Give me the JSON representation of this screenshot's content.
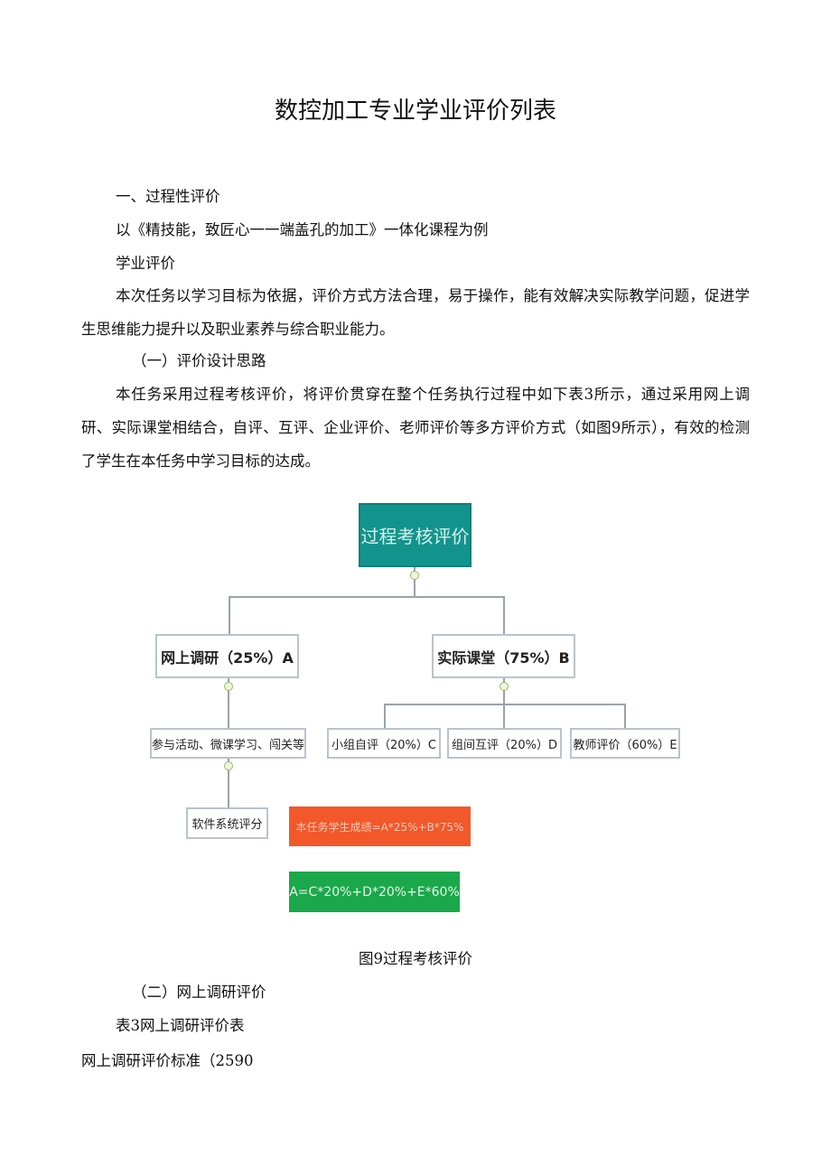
{
  "title": "数控加工专业学业评价列表",
  "section1": "一、过程性评价",
  "course_line": "以《精技能，致匠心一一端盖孔的加工》一体化课程为例",
  "sub_heading": "学业评价",
  "para1": "本次任务以学习目标为依据，评价方式方法合理，易于操作，能有效解决实际教学问题，促进学生思维能力提升以及职业素养与综合职业能力。",
  "subsection1": "（一）评价设计思路",
  "para2": "本任务采用过程考核评价，将评价贯穿在整个任务执行过程中如下表3所示，通过采用网上调研、实际课堂相结合，自评、互评、企业评价、老师评价等多方评价方式（如图9所示），有效的检测了学生在本任务中学习目标的达成。",
  "diagram": {
    "root": "过程考核评价",
    "a": "网上调研（25%）A",
    "b": "实际课堂（75%）B",
    "a_child": "参与活动、微课学习、闯关等",
    "a_grandchild": "软件系统评分",
    "c": "小组自评（20%）C",
    "d": "组间互评（20%）D",
    "e": "教师评价（60%）E",
    "formula1": "本任务学生成绩=A*25%+B*75%",
    "formula2": "A=C*20%+D*20%+E*60%",
    "colors": {
      "root": "#12948c",
      "formula1": "#f2582a",
      "formula2": "#1aa84a"
    }
  },
  "caption": "图9过程考核评价",
  "subsection2": "（二）网上调研评价",
  "table_label": "表3网上调研评价表",
  "standard_line": "网上调研评价标准（2590"
}
